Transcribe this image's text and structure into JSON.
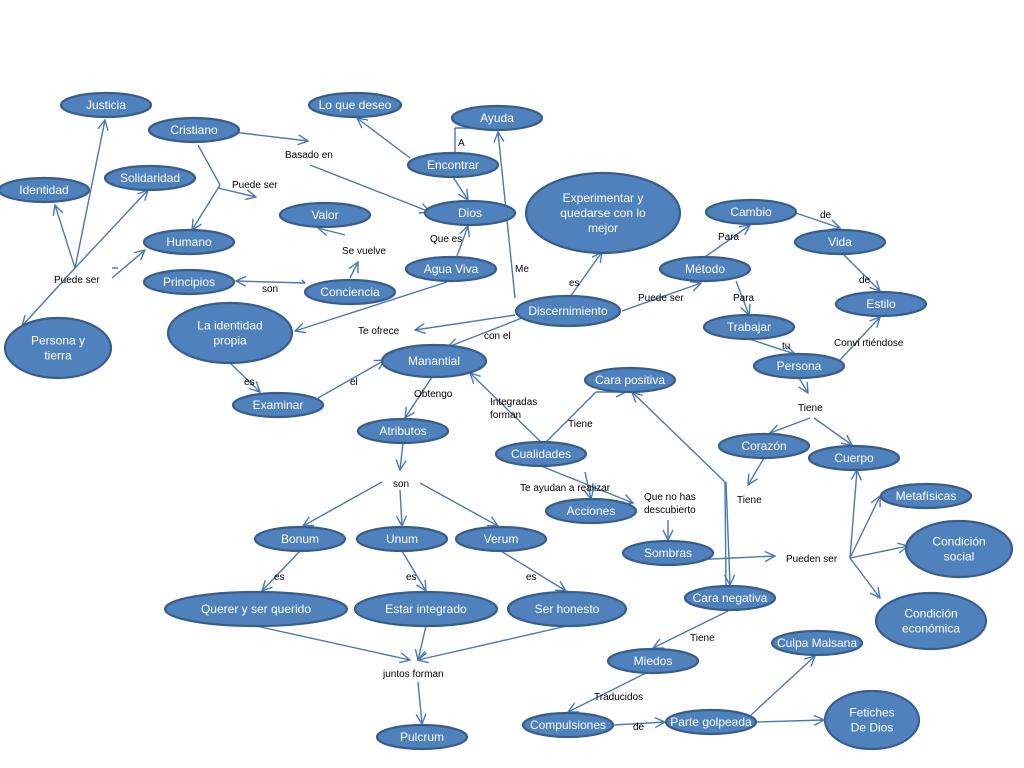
{
  "diagram": {
    "nodes": {
      "justicia": "Justicia",
      "cristiano": "Cristiano",
      "identidad": "Identidad",
      "solidaridad": "Solidaridad",
      "humano": "Humano",
      "principios": "Principios",
      "persona_tierra": "Persona y\ntierra",
      "identidad_propia": "La identidad\npropia",
      "examinar": "Examinar",
      "lo_que_deseo": "Lo que deseo",
      "ayuda": "Ayuda",
      "encontrar": "Encontrar",
      "valor": "Valor",
      "dios": "Dios",
      "agua_viva": "Agua Viva",
      "conciencia": "Conciencia",
      "experimentar": "Experimentar y\nquedarse con lo\nmejor",
      "discernimiento": "Discernimiento",
      "manantial": "Manantial",
      "atributos": "Atributos",
      "bonum": "Bonum",
      "unum": "Unum",
      "verum": "Verum",
      "querer": "Querer y ser querido",
      "estar_integrado": "Estar integrado",
      "ser_honesto": "Ser honesto",
      "pulcrum": "Pulcrum",
      "cambio": "Cambio",
      "vida": "Vida",
      "metodo": "Método",
      "estilo": "Estilo",
      "trabajar": "Trabajar",
      "persona": "Persona",
      "cara_positiva": "Cara positiva",
      "cualidades": "Cualidades",
      "acciones": "Acciones",
      "corazon": "Corazón",
      "cuerpo": "Cuerpo",
      "metafisicas": "Metafísicas",
      "condicion_social": "Condición\nsocial",
      "condicion_economica": "Condición\neconómica",
      "sombras": "Sombras",
      "cara_negativa": "Cara negativa",
      "miedos": "Miedos",
      "culpa_malsana": "Culpa Malsana",
      "compulsiones": "Compulsiones",
      "parte_golpeada": "Parte golpeada",
      "fetiches": "Fetiches\nDe Dios"
    },
    "labels": {
      "puede_ser_left": "Puede ser",
      "puede_ser_top": "Puede ser",
      "basado_en": "Basado en",
      "a": "A",
      "que_es": "Que es",
      "se_vuelve": "Se vuelve",
      "son_principios": "son",
      "me": "Me",
      "es_experimentar": "es",
      "te_ofrece": "Te ofrece",
      "con_el": "con el",
      "es_examinar": "es",
      "el": "el",
      "obtengo": "Obtengo",
      "son_atributos": "son",
      "es_bonum": "es",
      "es_unum": "es",
      "es_verum": "es",
      "juntos_forman": "juntos forman",
      "integradas_forman": "Integradas\nforman",
      "tiene_cara": "Tiene",
      "te_ayudan": "Te ayudan a realizar",
      "que_no_has": "Que no has\ndescubierto",
      "puede_ser_metodo": "Puede ser",
      "para_cambio": "Para",
      "de_vida": "de",
      "de_estilo": "de",
      "para_trabajar": "Para",
      "tu": "tu",
      "convirtiendose": "Convi rtiéndose",
      "tiene_persona": "Tiene",
      "tiene_corazon": "Tiene",
      "pueden_ser": "Pueden ser",
      "tiene_miedos": "Tiene",
      "traducidos": "Traducidos",
      "de_compulsiones": "de"
    }
  }
}
